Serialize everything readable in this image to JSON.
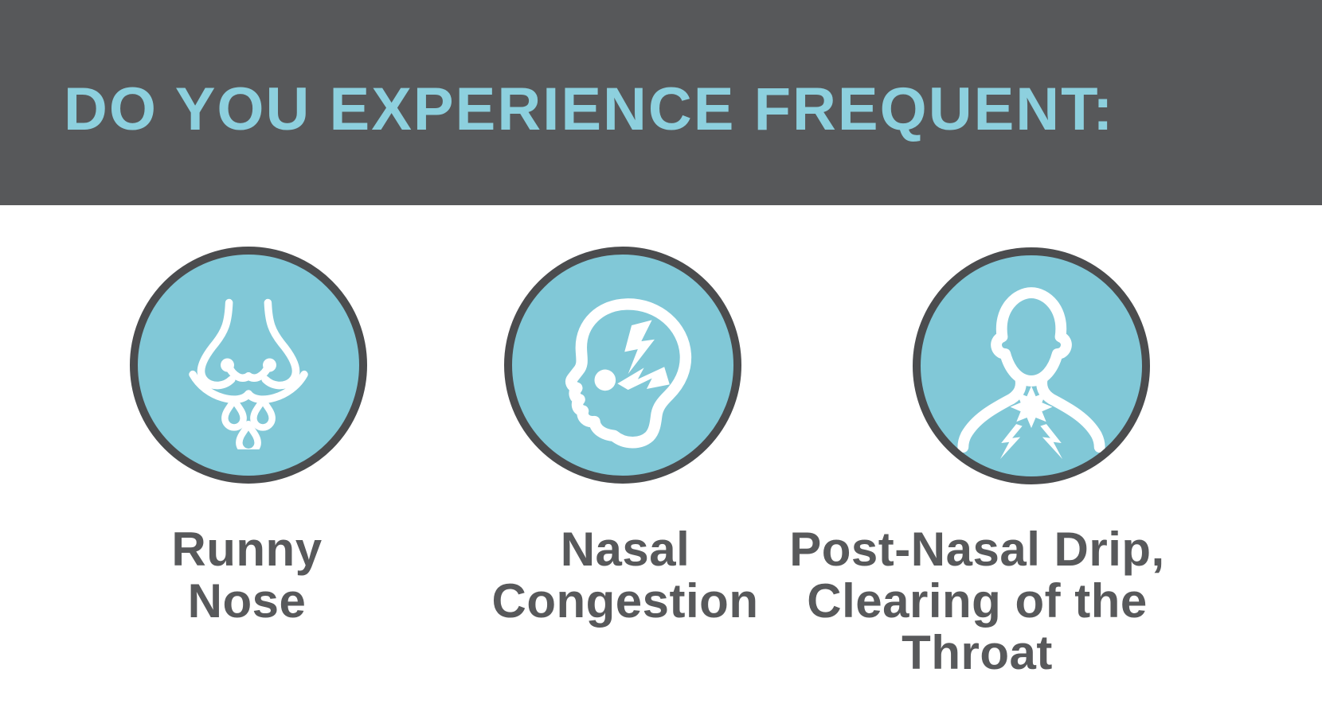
{
  "header": {
    "title": "DO YOU EXPERIENCE FREQUENT:"
  },
  "symptoms": [
    {
      "icon": "runny-nose-icon",
      "label": "Runny\nNose"
    },
    {
      "icon": "nasal-congestion-icon",
      "label": "Nasal\nCongestion"
    },
    {
      "icon": "post-nasal-drip-icon",
      "label": "Post-Nasal Drip,\nClearing of the\nThroat"
    }
  ],
  "colors": {
    "header-bg": "#57585a",
    "title-text": "#8dd0de",
    "circle-fill": "#81c8d7",
    "circle-border": "#4b4c4e",
    "label-text": "#58595b",
    "icon-stroke": "#ffffff"
  }
}
